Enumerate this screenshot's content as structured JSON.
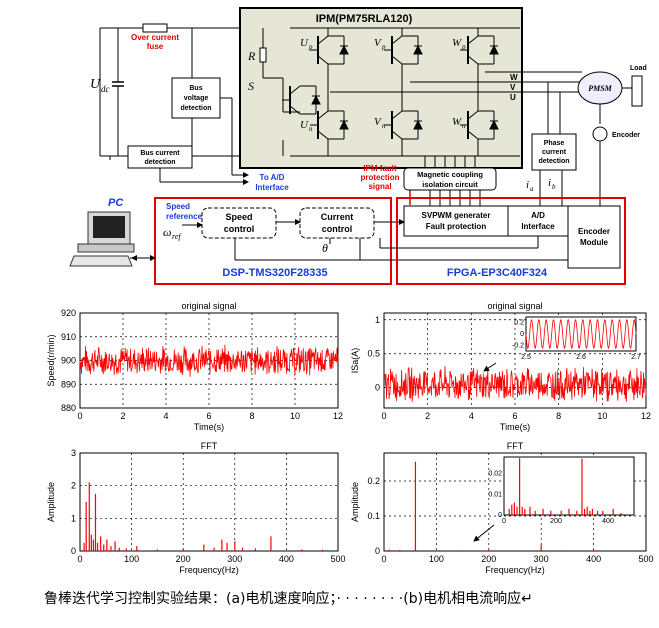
{
  "diagram": {
    "ipm_title": "IPM(PM75RLA120)",
    "over_current_fuse": [
      "Over current",
      "fuse"
    ],
    "udc": "U",
    "udc_sub": "dc",
    "r_label": "R",
    "s_label": "S",
    "bus_voltage_detection": [
      "Bus",
      "voltage",
      "detection"
    ],
    "bus_current_detection": [
      "Bus current",
      "detection"
    ],
    "to_ad_interface": [
      "To A/D",
      "Interface"
    ],
    "ipm_fault_signal": [
      "IPM fault",
      "protection",
      "signal"
    ],
    "magnetic_coupling": [
      "Magnetic coupling",
      "isolation circuit"
    ],
    "phase_current_detection": [
      "Phase",
      "current",
      "detection"
    ],
    "ia": "i",
    "ia_sub": "a",
    "ib": "i",
    "ib_sub": "b",
    "pmsm": "PMSM",
    "load": "Load",
    "encoder": "Encoder",
    "phases": [
      "W",
      "V",
      "U"
    ],
    "switch_labels": {
      "up": "U",
      "up_sub": "p",
      "vp": "V",
      "vp_sub": "p",
      "wp": "W",
      "wp_sub": "p",
      "un": "U",
      "un_sub": "n",
      "vn": "V",
      "vn_sub": "n",
      "wn": "W",
      "wn_sub": "n"
    },
    "pc": "PC",
    "speed_reference": [
      "Speed",
      "reference"
    ],
    "omega_ref": "ω",
    "omega_sub": "ref",
    "speed_control": [
      "Speed",
      "control"
    ],
    "current_control": [
      "Current",
      "control"
    ],
    "theta": "θ",
    "svpwm": [
      "SVPWM generater",
      "Fault protection"
    ],
    "ad_interface": [
      "A/D",
      "Interface"
    ],
    "encoder_module": [
      "Encoder",
      "Module"
    ],
    "dsp_label": "DSP-TMS320F28335",
    "fpga_label": "FPGA-EP3C40F324"
  },
  "chart_data": [
    {
      "type": "line",
      "title": "original signal",
      "xlabel": "Time(s)",
      "ylabel": "Speed(r/min)",
      "xlim": [
        0,
        12
      ],
      "ylim": [
        880,
        920
      ],
      "xticks": [
        0,
        2,
        4,
        6,
        8,
        10,
        12
      ],
      "yticks": [
        880,
        890,
        900,
        910,
        920
      ],
      "grid": true,
      "color": "#ff0000",
      "series": [
        {
          "x_range": [
            0,
            12
          ],
          "mean": 900,
          "band": [
            893,
            907
          ]
        }
      ]
    },
    {
      "type": "line",
      "title": "original signal",
      "xlabel": "Time(s)",
      "ylabel": "ISa(A)",
      "xlim": [
        0,
        12
      ],
      "ylim": [
        -0.3,
        1.1
      ],
      "xticks": [
        0,
        2,
        4,
        6,
        8,
        10,
        12
      ],
      "yticks": [
        0,
        0.5,
        1
      ],
      "grid": true,
      "color": "#ff0000",
      "series": [
        {
          "x_range": [
            0,
            12
          ],
          "mean": 0.05,
          "band": [
            -0.28,
            0.28
          ]
        }
      ],
      "inset": {
        "xlim": [
          2.5,
          2.7
        ],
        "ylim": [
          -0.3,
          0.3
        ],
        "xticks": [
          2.5,
          2.6,
          2.7
        ],
        "xtick_labels": [
          "2.5",
          "2.6",
          "2.7"
        ],
        "yticks": [
          -0.2,
          0,
          0.2
        ],
        "ytick_labels": [
          "-0.2",
          "0",
          "0.2"
        ],
        "amplitude": 0.25,
        "frequency_hz": 75
      }
    },
    {
      "type": "bar",
      "title": "FFT",
      "xlabel": "Frequency(Hz)",
      "ylabel": "Amplitude",
      "xlim": [
        0,
        500
      ],
      "ylim": [
        0,
        3
      ],
      "xticks": [
        0,
        100,
        200,
        300,
        400,
        500
      ],
      "yticks": [
        0,
        1,
        2,
        3
      ],
      "grid": true,
      "color": "#ff0000",
      "x": [
        8,
        12,
        18,
        22,
        26,
        30,
        34,
        40,
        46,
        52,
        60,
        68,
        76,
        90,
        110,
        150,
        200,
        240,
        260,
        275,
        285,
        300,
        315,
        340,
        370,
        430,
        470
      ],
      "y": [
        0.25,
        1.5,
        2.1,
        0.5,
        0.35,
        1.75,
        0.25,
        0.45,
        0.2,
        0.35,
        0.15,
        0.3,
        0.1,
        0.08,
        0.15,
        0.05,
        0.08,
        0.2,
        0.1,
        0.35,
        0.25,
        0.3,
        0.1,
        0.08,
        0.45,
        0.05,
        0.04
      ]
    },
    {
      "type": "bar",
      "title": "FFT",
      "xlabel": "Frequency(Hz)",
      "ylabel": "Amplitude",
      "xlim": [
        0,
        500
      ],
      "ylim": [
        0,
        0.28
      ],
      "xticks": [
        0,
        100,
        200,
        300,
        400,
        500
      ],
      "yticks": [
        0,
        0.1,
        0.2
      ],
      "grid": true,
      "color": "#ff0000",
      "x": [
        10,
        30,
        60,
        100,
        140,
        200,
        260,
        300,
        340,
        400,
        450
      ],
      "y": [
        0.004,
        0.003,
        0.255,
        0.002,
        0.002,
        0.003,
        0.002,
        0.018,
        0.002,
        0.003,
        0.001
      ],
      "inset": {
        "xlim": [
          0,
          500
        ],
        "ylim": [
          0,
          0.028
        ],
        "xticks": [
          0,
          200,
          400
        ],
        "yticks": [
          0,
          0.01,
          0.02
        ],
        "ytick_labels": [
          "0",
          "0.01",
          "0.02"
        ],
        "x": [
          20,
          30,
          40,
          50,
          60,
          70,
          80,
          100,
          120,
          150,
          180,
          220,
          250,
          280,
          300,
          310,
          320,
          330,
          340,
          360,
          380,
          420,
          450
        ],
        "y": [
          0.003,
          0.005,
          0.006,
          0.004,
          0.0275,
          0.004,
          0.003,
          0.004,
          0.002,
          0.003,
          0.002,
          0.002,
          0.003,
          0.002,
          0.0272,
          0.003,
          0.004,
          0.002,
          0.003,
          0.002,
          0.002,
          0.003,
          0.001
        ]
      }
    }
  ],
  "caption": "鲁棒迭代学习控制实验结果：(a)电机速度响应；· · · · · · · ·(b)电机相电流响应↵"
}
